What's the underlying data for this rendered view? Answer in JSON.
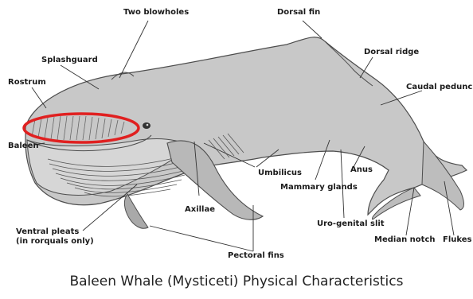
{
  "labels": {
    "two_blowholes": "Two blowholes",
    "dorsal_fin": "Dorsal fin",
    "splashguard": "Splashguard",
    "dorsal_ridge": "Dorsal ridge",
    "rostrum": "Rostrum",
    "caudal_peduncle": "Caudal peduncle",
    "baleen": "Baleen",
    "umbilicus": "Umbilicus",
    "anus": "Anus",
    "mammary_glands": "Mammary glands",
    "axillae": "Axillae",
    "uro_genital_slit": "Uro-genital slit",
    "ventral_pleats": "Ventral pleats\n(in rorquals only)",
    "median_notch": "Median notch",
    "flukes": "Flukes",
    "pectoral_fins": "Pectoral fins"
  },
  "caption": "Baleen Whale (Mysticeti) Physical Characteristics",
  "colors": {
    "body": "#c8c8c8",
    "body_dark": "#a9a9a9",
    "outline": "#4d4d4d",
    "highlight": "#e02020"
  }
}
